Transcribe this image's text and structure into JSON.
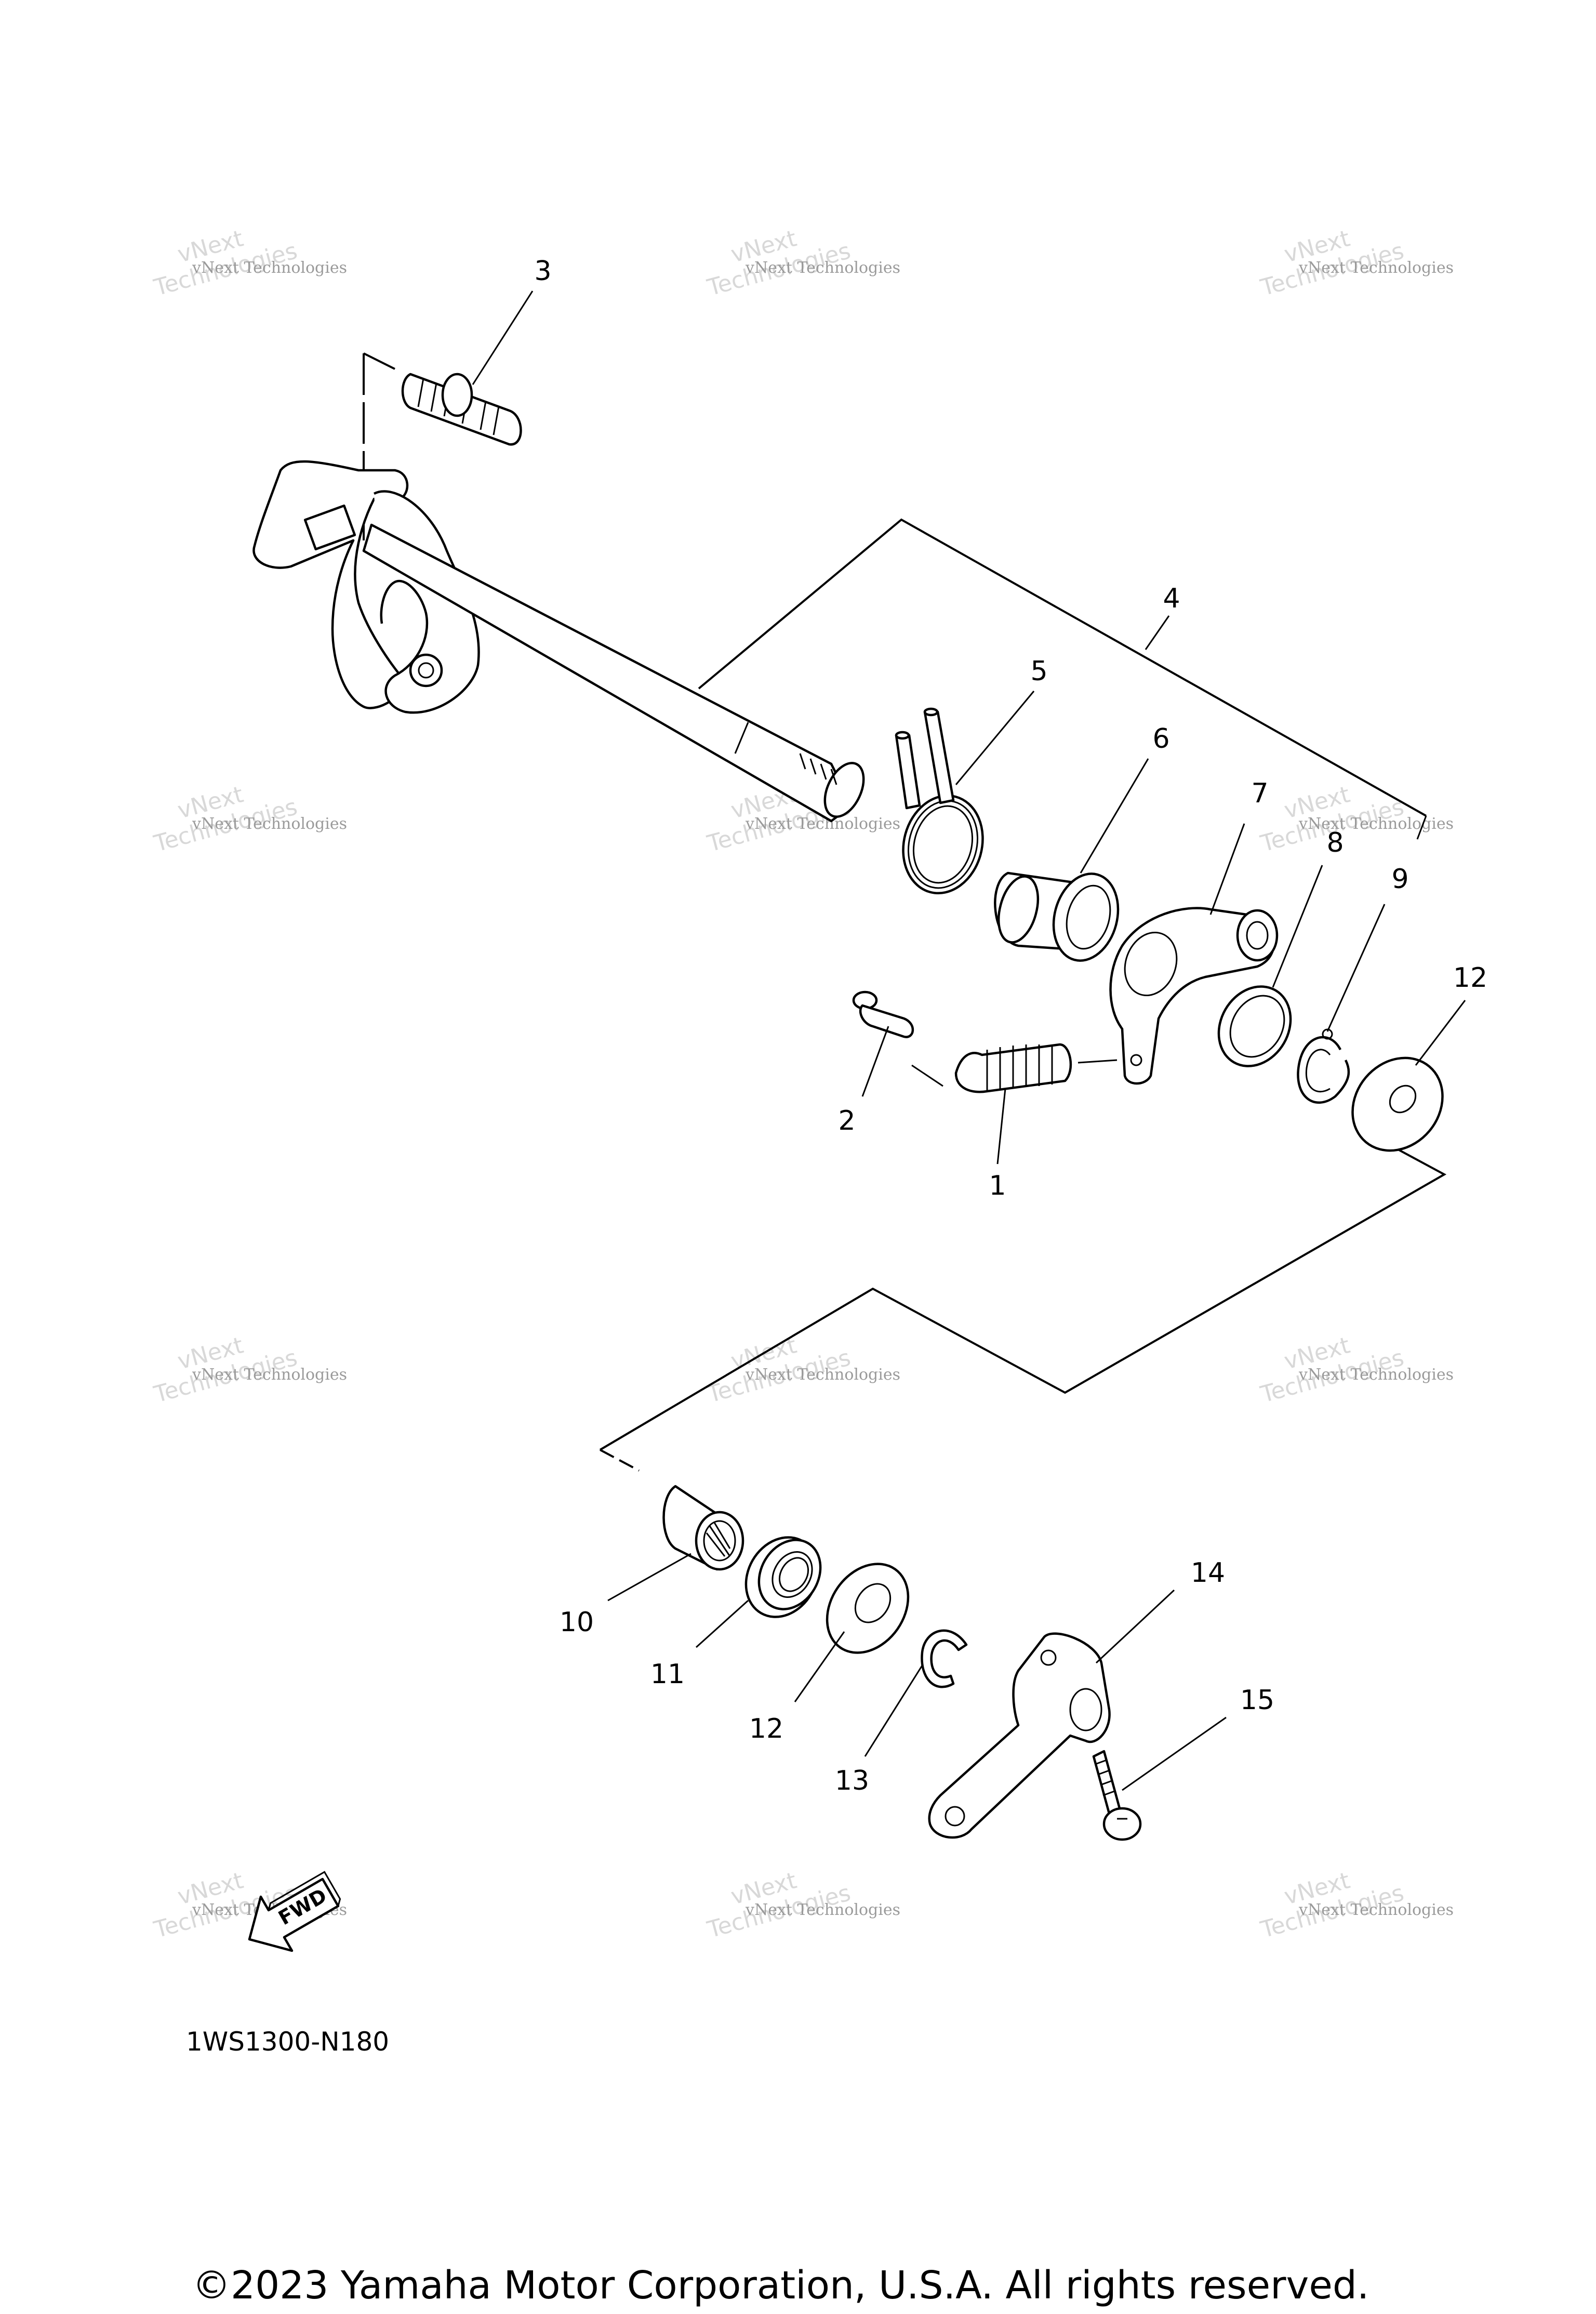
{
  "diagram": {
    "callouts": [
      {
        "id": "c1",
        "label": "1"
      },
      {
        "id": "c2",
        "label": "2"
      },
      {
        "id": "c3",
        "label": "3"
      },
      {
        "id": "c4",
        "label": "4"
      },
      {
        "id": "c5",
        "label": "5"
      },
      {
        "id": "c6",
        "label": "6"
      },
      {
        "id": "c7",
        "label": "7"
      },
      {
        "id": "c8",
        "label": "8"
      },
      {
        "id": "c9",
        "label": "9"
      },
      {
        "id": "c10",
        "label": "10"
      },
      {
        "id": "c11",
        "label": "11"
      },
      {
        "id": "c12a",
        "label": "12"
      },
      {
        "id": "c12b",
        "label": "12"
      },
      {
        "id": "c13",
        "label": "13"
      },
      {
        "id": "c14",
        "label": "14"
      },
      {
        "id": "c15",
        "label": "15"
      }
    ],
    "fwd_label": "FWD",
    "diagram_code": "1WS1300-N180",
    "watermark": {
      "line1": "vNext Technologies",
      "line2": "vNext",
      "line3": "Technologies"
    }
  },
  "footer": {
    "copyright": "©2023 Yamaha Motor Corporation, U.S.A. All rights reserved."
  }
}
